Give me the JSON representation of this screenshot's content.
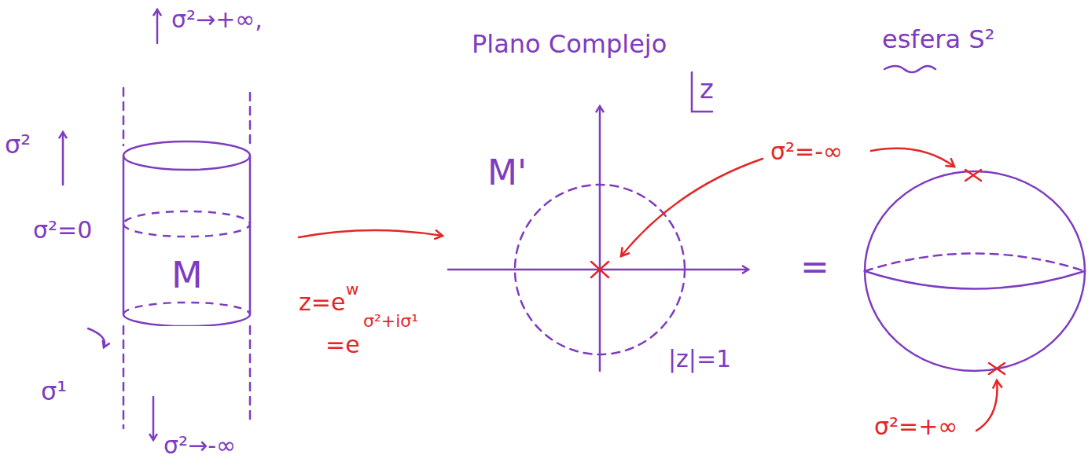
{
  "diagram": {
    "nodes": [
      {
        "text": [
          "M"
        ]
      }
    ],
    "labels": [
      "σ²→+∞,",
      "σ²",
      "σ²=0",
      "σ¹",
      "σ²→-∞",
      "z=e",
      "w",
      "=e",
      "σ²+iσ¹",
      "Plano Complejo",
      "M'",
      "z",
      "σ²=-∞",
      "|z|=1",
      "=",
      "esfera S²",
      "σ²=+∞"
    ]
  }
}
